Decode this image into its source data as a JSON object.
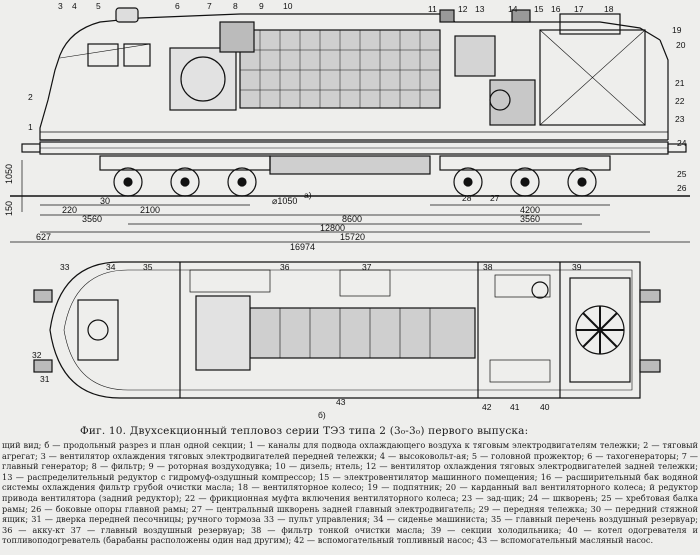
{
  "side_view_numbers": [
    "3",
    "4",
    "5",
    "6",
    "7",
    "8",
    "9",
    "10",
    "11",
    "12",
    "13",
    "14",
    "15",
    "16",
    "17",
    "18",
    "19",
    "20",
    "2",
    "1",
    "21",
    "22",
    "23",
    "24",
    "25",
    "26",
    "28",
    "27"
  ],
  "plan_view_numbers": [
    "33",
    "34",
    "35",
    "36",
    "37",
    "38",
    "39",
    "32",
    "31",
    "43",
    "42",
    "41",
    "40"
  ],
  "view_letters": {
    "a": "а)",
    "b": "б)"
  },
  "dimensions": {
    "h1050": "1050",
    "h150": "150",
    "d220": "220",
    "d30": "30",
    "d2100": "2100",
    "wheel": "⌀1050",
    "d4200": "4200",
    "d3560_left": "3560",
    "d8600": "8600",
    "d3560_right": "3560",
    "d12800": "12800",
    "d627": "627",
    "d15720": "15720",
    "d16974": "16974"
  },
  "caption": "Фиг. 10. Двухсекционный тепловоз серии ТЭЗ типа 2 (3₀-3₀) первого выпуска:",
  "legend": "щий вид; б — продольный разрез и план одной секции; 1 — каналы для подвода охлаждающего воздуха к тяговым электродвигателям тележки; 2 — тяговый агрегат; 3 — вентилятор охлаждения тяговых электродвигателей передней тележки; 4 — высоковольт-ая; 5 — головной прожектор; 6 — тахогенераторы; 7 — главный генератор; 8 — фильтр; 9 — роторная воздуходувка; 10 — дизель; нтель; 12 — вентилятор охлаждения тяговых электродвигателей задней тележки; 13 — распределительный редуктор с гидромуф-оздушный компрессор; 15 — электровентилятор машинного помещения; 16 — расширительный бак водяной системы охлаждения фильтр грубой очистки масла; 18 — вентиляторное колесо; 19 — подпятник; 20 — карданный вал вентиляторного колеса; й редуктор привода вентилятора (задний редуктор); 22 — фрикционная муфта включения вентиляторного колеса; 23 — зад-щик; 24 — шкворень; 25 — хребтовая балка рамы; 26 — боковые опоры главной рамы; 27 — центральный шкворень задней главный электродвигатель; 29 — передняя тележка; 30 — передний стяжной ящик; 31 — дверка передней песочницы; ручного тормоза 33 — пульт управления; 34 — сиденье машиниста; 35 — главный перечень воздушный резервуар; 36 — акку-кт 37 — главный воздушный резервуар; 38 — фильтр тонкой очистки масла; 39 — секции холодильника; 40 — котел одогревателя и топливоподогреватель (барабаны расположены один над другим); 42 — вспомогательный топливный насос; 43 — вспомогательный масляный насос."
}
